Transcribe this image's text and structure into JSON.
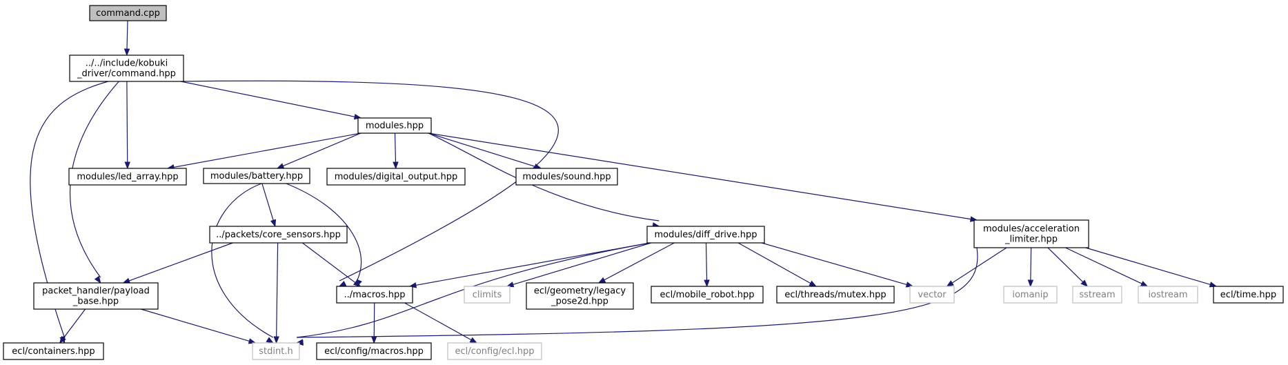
{
  "title": "",
  "nodes": [
    {
      "id": "command_cpp",
      "lines": [
        "command.cpp"
      ],
      "kind": "root"
    },
    {
      "id": "command_hpp",
      "lines": [
        "../../include/kobuki",
        "_driver/command.hpp"
      ],
      "kind": "internal"
    },
    {
      "id": "modules_hpp",
      "lines": [
        "modules.hpp"
      ],
      "kind": "internal"
    },
    {
      "id": "led_array",
      "lines": [
        "modules/led_array.hpp"
      ],
      "kind": "internal"
    },
    {
      "id": "battery",
      "lines": [
        "modules/battery.hpp"
      ],
      "kind": "internal"
    },
    {
      "id": "digital_output",
      "lines": [
        "modules/digital_output.hpp"
      ],
      "kind": "internal"
    },
    {
      "id": "sound",
      "lines": [
        "modules/sound.hpp"
      ],
      "kind": "internal"
    },
    {
      "id": "core_sensors",
      "lines": [
        "../packets/core_sensors.hpp"
      ],
      "kind": "internal"
    },
    {
      "id": "diff_drive",
      "lines": [
        "modules/diff_drive.hpp"
      ],
      "kind": "internal"
    },
    {
      "id": "accel_limiter",
      "lines": [
        "modules/acceleration",
        "_limiter.hpp"
      ],
      "kind": "internal"
    },
    {
      "id": "payload_base",
      "lines": [
        "packet_handler/payload",
        "_base.hpp"
      ],
      "kind": "internal"
    },
    {
      "id": "macros_hpp",
      "lines": [
        "../macros.hpp"
      ],
      "kind": "internal"
    },
    {
      "id": "climits",
      "lines": [
        "climits"
      ],
      "kind": "external"
    },
    {
      "id": "legacy_pose2d",
      "lines": [
        "ecl/geometry/legacy",
        "_pose2d.hpp"
      ],
      "kind": "internal"
    },
    {
      "id": "mobile_robot",
      "lines": [
        "ecl/mobile_robot.hpp"
      ],
      "kind": "internal"
    },
    {
      "id": "mutex",
      "lines": [
        "ecl/threads/mutex.hpp"
      ],
      "kind": "internal"
    },
    {
      "id": "vector",
      "lines": [
        "vector"
      ],
      "kind": "external"
    },
    {
      "id": "iomanip",
      "lines": [
        "iomanip"
      ],
      "kind": "external"
    },
    {
      "id": "sstream",
      "lines": [
        "sstream"
      ],
      "kind": "external"
    },
    {
      "id": "iostream",
      "lines": [
        "iostream"
      ],
      "kind": "external"
    },
    {
      "id": "ecl_time",
      "lines": [
        "ecl/time.hpp"
      ],
      "kind": "internal"
    },
    {
      "id": "containers",
      "lines": [
        "ecl/containers.hpp"
      ],
      "kind": "internal"
    },
    {
      "id": "stdint",
      "lines": [
        "stdint.h"
      ],
      "kind": "external"
    },
    {
      "id": "config_macros",
      "lines": [
        "ecl/config/macros.hpp"
      ],
      "kind": "internal"
    },
    {
      "id": "config_ecl",
      "lines": [
        "ecl/config/ecl.hpp"
      ],
      "kind": "external"
    }
  ],
  "edges": [
    [
      "command_cpp",
      "command_hpp"
    ],
    [
      "command_hpp",
      "modules_hpp"
    ],
    [
      "command_hpp",
      "led_array"
    ],
    [
      "command_hpp",
      "payload_base"
    ],
    [
      "command_hpp",
      "containers"
    ],
    [
      "command_hpp",
      "macros_hpp"
    ],
    [
      "modules_hpp",
      "led_array"
    ],
    [
      "modules_hpp",
      "battery"
    ],
    [
      "modules_hpp",
      "digital_output"
    ],
    [
      "modules_hpp",
      "sound"
    ],
    [
      "modules_hpp",
      "diff_drive"
    ],
    [
      "modules_hpp",
      "accel_limiter"
    ],
    [
      "battery",
      "core_sensors"
    ],
    [
      "battery",
      "macros_hpp"
    ],
    [
      "battery",
      "stdint"
    ],
    [
      "core_sensors",
      "payload_base"
    ],
    [
      "core_sensors",
      "macros_hpp"
    ],
    [
      "core_sensors",
      "stdint"
    ],
    [
      "payload_base",
      "containers"
    ],
    [
      "payload_base",
      "stdint"
    ],
    [
      "diff_drive",
      "macros_hpp"
    ],
    [
      "diff_drive",
      "climits"
    ],
    [
      "diff_drive",
      "legacy_pose2d"
    ],
    [
      "diff_drive",
      "mobile_robot"
    ],
    [
      "diff_drive",
      "mutex"
    ],
    [
      "diff_drive",
      "vector"
    ],
    [
      "diff_drive",
      "stdint"
    ],
    [
      "accel_limiter",
      "vector"
    ],
    [
      "accel_limiter",
      "iomanip"
    ],
    [
      "accel_limiter",
      "sstream"
    ],
    [
      "accel_limiter",
      "iostream"
    ],
    [
      "accel_limiter",
      "ecl_time"
    ],
    [
      "accel_limiter",
      "stdint"
    ],
    [
      "macros_hpp",
      "config_macros"
    ],
    [
      "macros_hpp",
      "config_ecl"
    ]
  ]
}
